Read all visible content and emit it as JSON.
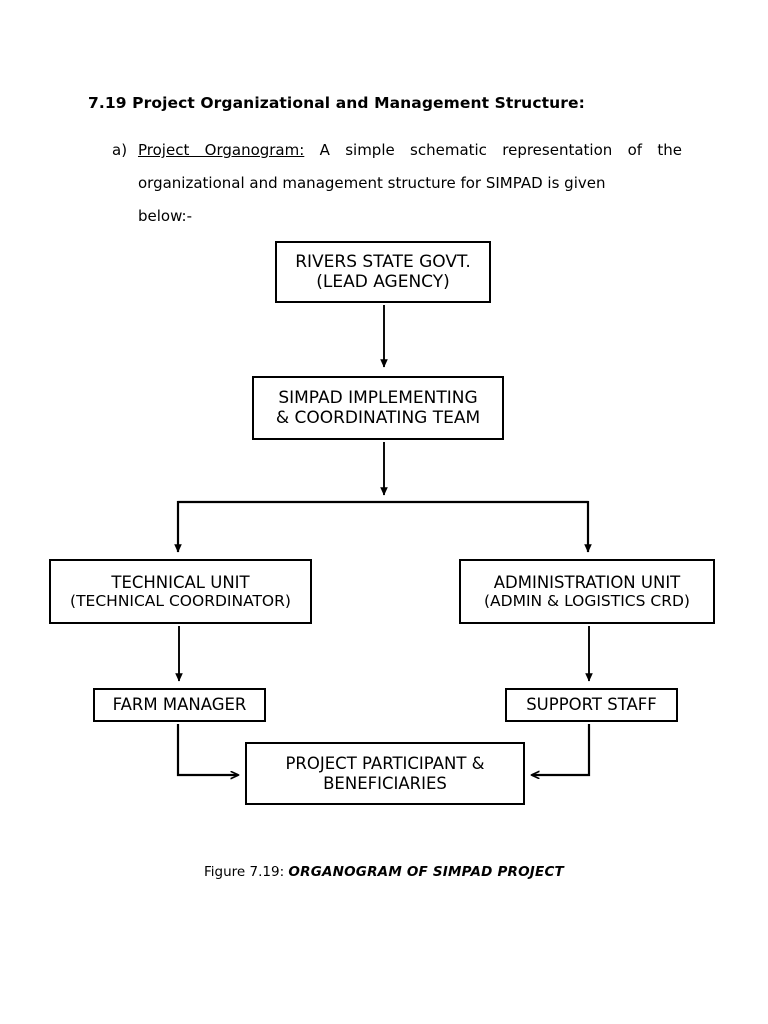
{
  "document": {
    "heading": "7.19 Project Organizational and Management Structure:",
    "paragraph": {
      "marker": "a)",
      "lead_in": "Project Organogram:",
      "body": "A simple schematic representation of the organizational and management structure for SIMPAD is given",
      "last_line": "below:-"
    },
    "caption": {
      "label": "Figure 7.19:",
      "title": "ORGANOGRAM OF SIMPAD PROJECT"
    }
  },
  "chart_data": {
    "type": "diagram",
    "title": "ORGANOGRAM OF SIMPAD PROJECT",
    "nodes": [
      {
        "id": "lead-agency",
        "line1": "RIVERS STATE GOVT.",
        "line2": "(LEAD AGENCY)",
        "level": 0
      },
      {
        "id": "implementing",
        "line1": "SIMPAD IMPLEMENTING",
        "line2": "& COORDINATING TEAM",
        "level": 1
      },
      {
        "id": "technical-unit",
        "line1": "TECHNICAL UNIT",
        "line2": "(TECHNICAL COORDINATOR)",
        "level": 2
      },
      {
        "id": "admin-unit",
        "line1": "ADMINISTRATION UNIT",
        "line2": "(ADMIN & LOGISTICS CRD)",
        "level": 2
      },
      {
        "id": "farm-manager",
        "line1": "FARM MANAGER",
        "line2": "",
        "level": 3
      },
      {
        "id": "support-staff",
        "line1": "SUPPORT STAFF",
        "line2": "",
        "level": 3
      },
      {
        "id": "beneficiaries",
        "line1": "PROJECT PARTICIPANT &",
        "line2": "BENEFICIARIES",
        "level": 4
      }
    ],
    "edges": [
      {
        "from": "lead-agency",
        "to": "implementing",
        "style": "straight-down"
      },
      {
        "from": "implementing",
        "to": "technical-unit",
        "style": "split-left"
      },
      {
        "from": "implementing",
        "to": "admin-unit",
        "style": "split-right"
      },
      {
        "from": "technical-unit",
        "to": "farm-manager",
        "style": "straight-down"
      },
      {
        "from": "admin-unit",
        "to": "support-staff",
        "style": "straight-down"
      },
      {
        "from": "farm-manager",
        "to": "beneficiaries",
        "style": "elbow-right"
      },
      {
        "from": "support-staff",
        "to": "beneficiaries",
        "style": "elbow-left"
      }
    ],
    "colors": {
      "stroke": "#000000",
      "fill": "#ffffff",
      "text": "#000000"
    }
  }
}
